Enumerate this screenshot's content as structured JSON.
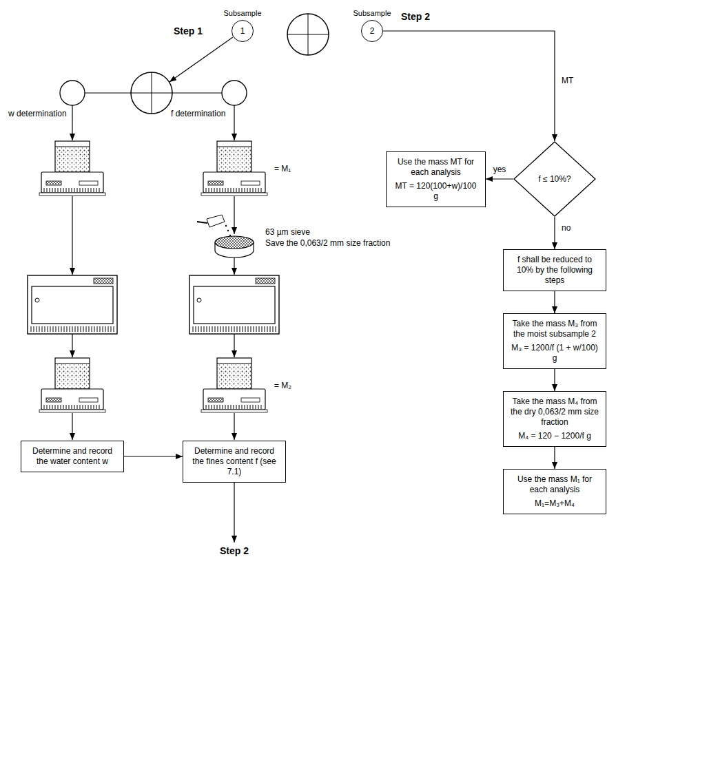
{
  "diagram": {
    "nodes": [
      {
        "text": [
          "Subsample",
          "1"
        ]
      },
      {
        "text": [
          "Subsample",
          "2"
        ]
      },
      {
        "text": [
          "Determine and record the water content w"
        ]
      },
      {
        "text": [
          "Determine and record the fines content f (see 7.1)"
        ]
      },
      {
        "text": [
          "f ≤ 10%?"
        ]
      },
      {
        "text": [
          "Use the mass MT for each analysis",
          "MT = 120(100+w)/100 g"
        ]
      },
      {
        "text": [
          "f shall be reduced to 10% by the following steps"
        ]
      },
      {
        "text": [
          "Take the mass M₃ from the moist subsample 2",
          "M₃ = 1200/f (1 + w/100) g"
        ]
      },
      {
        "text": [
          "Take the mass M₄ from the dry 0,063/2 mm size fraction",
          "M₄ = 120 − 1200/f g"
        ]
      },
      {
        "text": [
          "Use the mass M₁ for each analysis",
          "M₁=M₃+M₄"
        ]
      }
    ],
    "edges": [
      {
        "from": 2,
        "to": 3,
        "arrow": "to"
      },
      {
        "from": 1,
        "to": 4,
        "arrow": "to",
        "label": "MT"
      },
      {
        "from": 4,
        "to": 5,
        "arrow": "to",
        "label": "yes"
      },
      {
        "from": 4,
        "to": 6,
        "arrow": "to",
        "label": "no"
      },
      {
        "from": 6,
        "to": 7,
        "arrow": "to"
      },
      {
        "from": 7,
        "to": 8,
        "arrow": "to"
      },
      {
        "from": 8,
        "to": 9,
        "arrow": "to"
      }
    ],
    "labels": [
      "Step 1",
      "Step 2",
      "w determination",
      "f determination",
      "= M₁",
      "63 µm sieve",
      "Save the 0,063/2 mm size fraction",
      "= M₂",
      "Step 2"
    ]
  }
}
